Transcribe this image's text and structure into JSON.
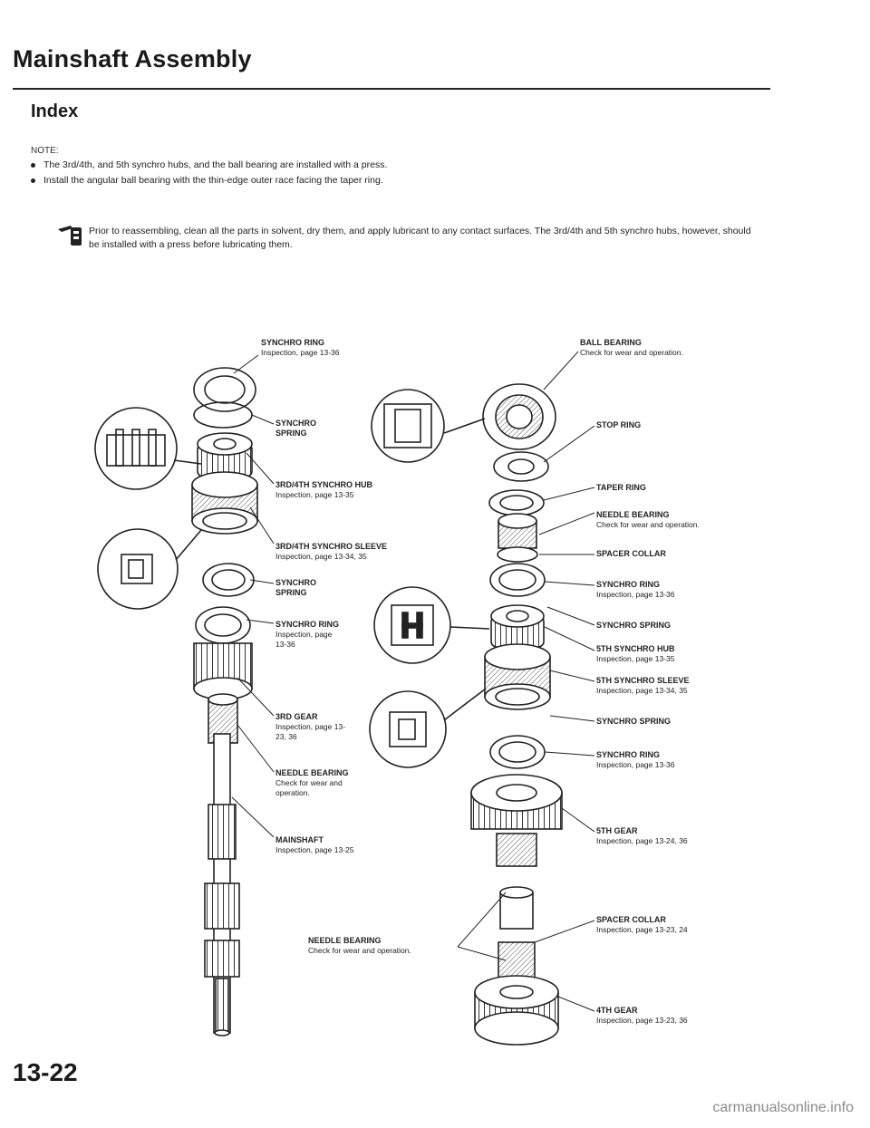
{
  "page": {
    "title": "Mainshaft Assembly",
    "subtitle": "Index",
    "page_number": "13-22",
    "watermark": "carmanualsonline.info"
  },
  "notes": {
    "label": "NOTE:",
    "items": [
      "The 3rd/4th, and 5th synchro hubs, and the ball bearing are installed with a press.",
      "Install the angular ball bearing with the thin-edge outer race facing the taper ring."
    ]
  },
  "lubrication": {
    "icon": "lubricant-can-icon",
    "text": "Prior to reassembling, clean all the parts in solvent, dry them, and apply lubricant to any contact surfaces. The 3rd/4th and 5th synchro hubs, however, should be installed with a press before lubricating them."
  },
  "left_labels": [
    {
      "name": "SYNCHRO RING",
      "desc": "Inspection, page 13-36"
    },
    {
      "name": "SYNCHRO SPRING",
      "desc": ""
    },
    {
      "name": "3RD/4TH SYNCHRO HUB",
      "desc": "Inspection, page 13-35"
    },
    {
      "name": "3RD/4TH SYNCHRO SLEEVE",
      "desc": "Inspection, page 13-34, 35"
    },
    {
      "name": "SYNCHRO SPRING",
      "desc": ""
    },
    {
      "name": "SYNCHRO RING",
      "desc": "Inspection, page 13-36"
    },
    {
      "name": "3RD GEAR",
      "desc": "Inspection, page 13-23, 36"
    },
    {
      "name": "NEEDLE BEARING",
      "desc": "Check for wear and operation."
    },
    {
      "name": "MAINSHAFT",
      "desc": "Inspection, page 13-25"
    },
    {
      "name": "NEEDLE BEARING",
      "desc": "Check for wear and operation."
    }
  ],
  "right_labels": [
    {
      "name": "BALL BEARING",
      "desc": "Check for wear and operation."
    },
    {
      "name": "STOP RING",
      "desc": ""
    },
    {
      "name": "TAPER RING",
      "desc": ""
    },
    {
      "name": "NEEDLE BEARING",
      "desc": "Check for wear and operation."
    },
    {
      "name": "SPACER COLLAR",
      "desc": ""
    },
    {
      "name": "SYNCHRO RING",
      "desc": "Inspection, page 13-36"
    },
    {
      "name": "SYNCHRO SPRING",
      "desc": ""
    },
    {
      "name": "5TH SYNCHRO HUB",
      "desc": "Inspection, page 13-35"
    },
    {
      "name": "5TH SYNCHRO SLEEVE",
      "desc": "Inspection, page 13-34, 35"
    },
    {
      "name": "SYNCHRO SPRING",
      "desc": ""
    },
    {
      "name": "SYNCHRO RING",
      "desc": "Inspection, page 13-36"
    },
    {
      "name": "5TH GEAR",
      "desc": "Inspection, page 13-24, 36"
    },
    {
      "name": "SPACER COLLAR",
      "desc": "Inspection, page 13-23, 24"
    },
    {
      "name": "4TH GEAR",
      "desc": "Inspection, page 13-23, 36"
    }
  ]
}
